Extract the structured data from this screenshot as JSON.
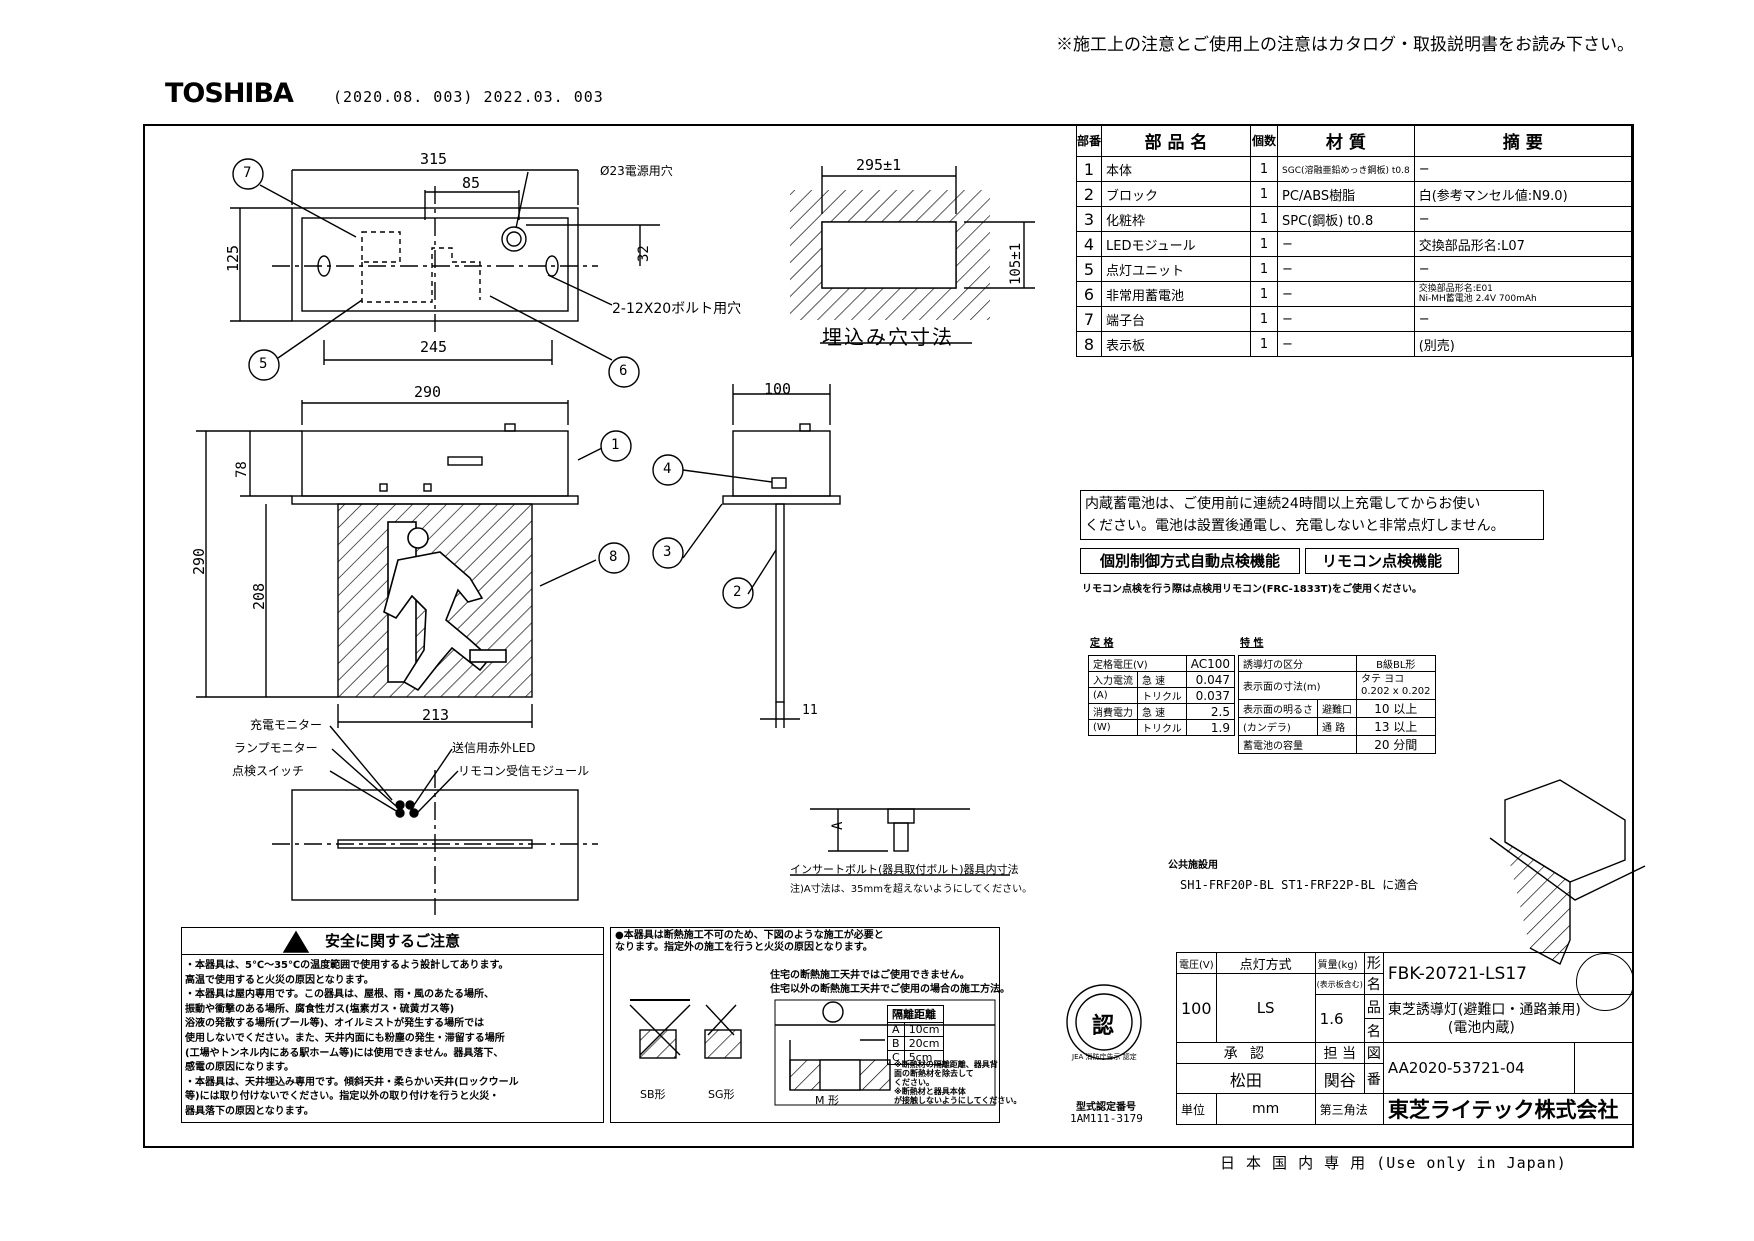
{
  "header": {
    "notice": "※施工上の注意とご使用上の注意はカタログ・取扱説明書をお読み下さい。",
    "brand": "TOSHIBA",
    "dates": "(2020.08. 003) 2022.03. 003"
  },
  "parts_table": {
    "headers": [
      "部番",
      "部 品 名",
      "個数",
      "材 質",
      "摘 要"
    ],
    "rows": [
      {
        "no": "1",
        "name": "本体",
        "qty": "1",
        "material": "SGC(溶融亜鉛めっき鋼板) t0.8",
        "note": "−"
      },
      {
        "no": "2",
        "name": "ブロック",
        "qty": "1",
        "material": "PC/ABS樹脂",
        "note": "白(参考マンセル値:N9.0)"
      },
      {
        "no": "3",
        "name": "化粧枠",
        "qty": "1",
        "material": "SPC(鋼板) t0.8",
        "note": "−"
      },
      {
        "no": "4",
        "name": "LEDモジュール",
        "qty": "1",
        "material": "−",
        "note": "交換部品形名:L07"
      },
      {
        "no": "5",
        "name": "点灯ユニット",
        "qty": "1",
        "material": "−",
        "note": "−"
      },
      {
        "no": "6",
        "name": "非常用蓄電池",
        "qty": "1",
        "material": "−",
        "note": "交換部品形名:E01",
        "note2": "Ni-MH蓄電池 2.4V 700mAh"
      },
      {
        "no": "7",
        "name": "端子台",
        "qty": "1",
        "material": "−",
        "note": "−"
      },
      {
        "no": "8",
        "name": "表示板",
        "qty": "1",
        "material": "−",
        "note": "(別売)"
      }
    ]
  },
  "battery_notice": {
    "line1": "内蔵蓄電池は、ご使用前に連続24時間以上充電してからお使い",
    "line2": "ください。電池は設置後通電し、充電しないと非常点灯しません。"
  },
  "features": {
    "badge1": "個別制御方式自動点検機能",
    "badge2": "リモコン点検機能",
    "remote_note": "リモコン点検を行う際は点検用リモコン(FRC-1833T)をご使用ください。"
  },
  "rating": {
    "title": "定 格",
    "rows": [
      [
        "定格電圧(V)",
        "",
        "AC100"
      ],
      [
        "入力電流",
        "急 速",
        "0.047"
      ],
      [
        "(A)",
        "トリクル",
        "0.037"
      ],
      [
        "消費電力",
        "急 速",
        "2.5"
      ],
      [
        "(W)",
        "トリクル",
        "1.9"
      ]
    ]
  },
  "characteristics": {
    "title": "特 性",
    "header": [
      "誘導灯の区分",
      "B級BL形"
    ],
    "size_label": "表示面の寸法(m)",
    "size_value_top": "タテ ヨコ",
    "size_value_bottom": "0.202 x 0.202",
    "rows": [
      [
        "表示面の明るさ",
        "避難口",
        "10 以上"
      ],
      [
        "(カンデラ)",
        "通 路",
        "13 以上"
      ],
      [
        "蓄電池の容量",
        "",
        "20 分間"
      ]
    ]
  },
  "public_spec": {
    "label": "公共施設用",
    "models": "SH1-FRF20P-BL ST1-FRF22P-BL に適合"
  },
  "dimensions": {
    "top_width": "315",
    "top_inner": "85",
    "hole": "Ø23電源用穴",
    "top_height": "125",
    "offset32": "32",
    "bolt": "2-12X20ボルト用穴",
    "bottom_span": "245",
    "cutout_w": "295±1",
    "cutout_h": "105±1",
    "cutout_label": "埋込み穴寸法",
    "front_width": "290",
    "depth": "78",
    "overall_h": "290",
    "panel_h": "208",
    "panel_w": "213",
    "side_w": "100",
    "side_t": "11",
    "a_label": "A"
  },
  "callouts": [
    "1",
    "2",
    "3",
    "4",
    "5",
    "6",
    "7",
    "8"
  ],
  "bottom_labels": {
    "charge_monitor": "充電モニター",
    "lamp_monitor": "ランプモニター",
    "check_switch": "点検スイッチ",
    "ir_led": "送信用赤外LED",
    "remote_rx": "リモコン受信モジュール",
    "insert_bolt": "インサートボルト(器具取付ボルト)器具内寸法",
    "insert_note": "注)A寸法は、35mmを超えないようにしてください。"
  },
  "safety": {
    "title": "安全に関するご注意",
    "lines": [
      "・本器具は、5℃〜35℃の温度範囲で使用するよう設計してあります。",
      "  高温で使用すると火災の原因となります。",
      "・本器具は屋内専用です。この器具は、屋根、雨・風のあたる場所、",
      "  振動や衝撃のある場所、腐食性ガス(塩素ガス・硫黄ガス等)",
      "  浴液の発散する場所(プール等)、オイルミストが発生する場所では",
      "  使用しないでください。また、天井内面にも粉塵の発生・滞留する場所",
      "  (工場やトンネル内にある駅ホーム等)には使用できません。器具落下、",
      "  感電の原因になります。",
      "・本器具は、天井埋込み専用です。傾斜天井・柔らかい天井(ロックウール",
      "  等)には取り付けないでください。指定以外の取り付けを行うと火災・",
      "  器具落下の原因となります。"
    ]
  },
  "insulation": {
    "line1": "●本器具は断熱施工不可のため、下図のような施工が必要と",
    "line2": "なります。指定外の施工を行うと火災の原因となります。",
    "house1": "住宅の断熱施工天井ではご使用できません。",
    "house2": "住宅以外の断熱施工天井でご使用の場合の施工方法。",
    "sb": "SB形",
    "sg": "SG形",
    "m": "M 形",
    "sep_title": "隔離距離",
    "sep_rows": [
      [
        "A",
        "10cm"
      ],
      [
        "B",
        "20cm"
      ],
      [
        "C",
        "5cm"
      ]
    ],
    "note1": "※断熱材の隔離距離、器具背",
    "note2": "面の断熱材を除去して",
    "note3": "ください。",
    "note4": "※断熱材と器具本体",
    "note5": "が接触しないようにしてください。"
  },
  "certification": {
    "mark": "認",
    "ring": "JEA 消防庁告示 認定",
    "type_label": "型式認定番号",
    "type_no": "1AM111-3179"
  },
  "title_block": {
    "h_voltage": "電圧(V)",
    "h_method": "点灯方式",
    "h_mass": "質量(kg)",
    "h_mass_sub": "(表示板含む)",
    "voltage": "100",
    "method": "LS",
    "mass": "1.6",
    "k_model": "形",
    "k_name": "名",
    "model": "FBK-20721-LS17",
    "k_product": "品",
    "k_name2": "名",
    "product1": "東芝誘導灯(避難口・通路兼用)",
    "product2": "(電池内蔵)",
    "approve": "承 認",
    "charge": "担 当",
    "k_drawing": "図",
    "k_no": "番",
    "drawing_no": "AA2020-53721-04",
    "approver": "松田",
    "charger": "関谷",
    "unit_label": "単位",
    "unit": "mm",
    "projection": "第三角法",
    "company": "東芝ライテック株式会社",
    "japan_only": "日 本 国 内 専 用 (Use only in Japan)"
  }
}
